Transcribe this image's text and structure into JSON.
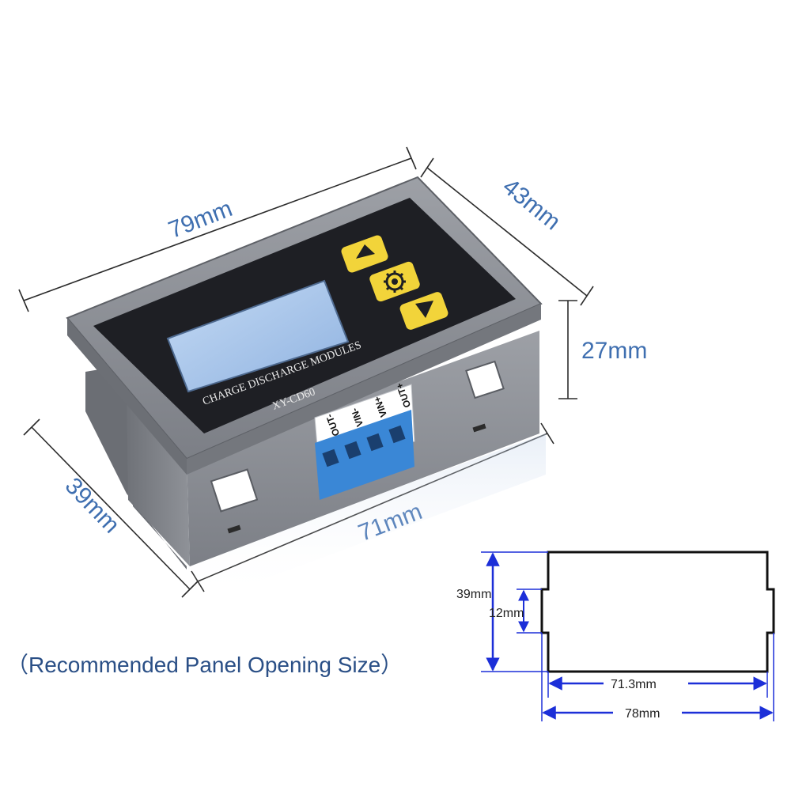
{
  "dimensions": {
    "width_top": "79mm",
    "height_top": "43mm",
    "depth": "27mm",
    "side_depth": "39mm",
    "body_width": "71mm"
  },
  "device": {
    "label_line1": "CHARGE DISCHARGE MODULES",
    "label_line2": "XY-CD60",
    "buttons": [
      {
        "name": "up-arrow-icon"
      },
      {
        "name": "gear-icon"
      },
      {
        "name": "down-arrow-icon"
      }
    ],
    "terminals": [
      "OUT-",
      "VIN-",
      "VIN+",
      "OUT+"
    ]
  },
  "caption": "（Recommended Panel Opening Size）",
  "panel_diagram": {
    "height_total": "39mm",
    "notch_height": "12mm",
    "inner_width": "71.3mm",
    "outer_width": "78mm"
  },
  "colors": {
    "dimension_line": "#2b2b2b",
    "dimension_text": "#3f6fb0",
    "caption_text": "#2a4f86",
    "housing": "#8a8d93",
    "face": "#1e1f24",
    "screen": "#a9c6ec",
    "button": "#f2d43a",
    "terminal": "#3a87d6",
    "panel_arrow": "#1c2fd8"
  }
}
